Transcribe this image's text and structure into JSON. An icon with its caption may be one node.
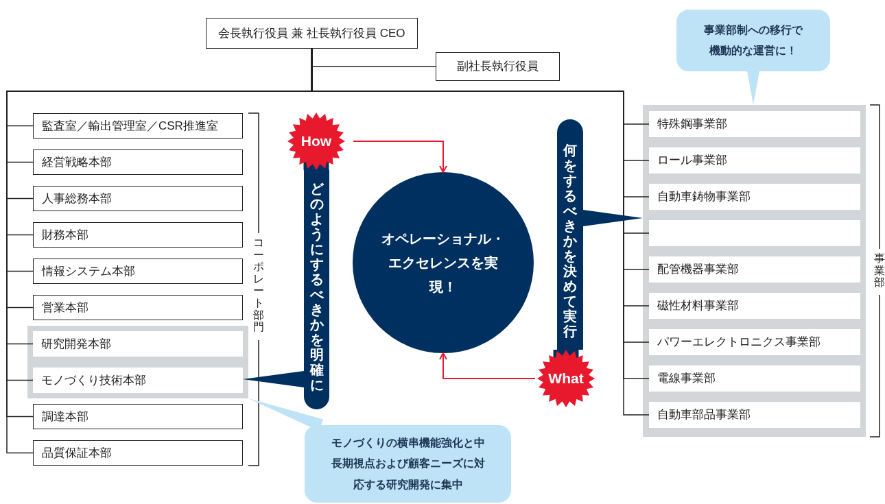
{
  "diagram": {
    "nodes": [
      {
        "text": [
          "会長執行役員 兼 社長執行役員 CEO"
        ]
      },
      {
        "text": [
          "副社長執行役員"
        ]
      },
      {
        "text": [
          "監査室／輸出管理室／CSR推進室"
        ]
      },
      {
        "text": [
          "経営戦略本部"
        ]
      },
      {
        "text": [
          "人事総務本部"
        ]
      },
      {
        "text": [
          "財務本部"
        ]
      },
      {
        "text": [
          "情報システム本部"
        ]
      },
      {
        "text": [
          "営業本部"
        ]
      },
      {
        "text": [],
        "shape": "box"
      },
      {
        "text": [
          "研究開発本部"
        ],
        "in": 8
      },
      {
        "text": [
          "モノづくり技術本部"
        ],
        "in": 8
      },
      {
        "text": [
          "調達本部"
        ]
      },
      {
        "text": [
          "品質保証本部"
        ]
      },
      {
        "text": [
          "How"
        ]
      },
      {
        "text": [
          "どのようにするべきかを明確に"
        ]
      },
      {
        "text": [
          "オペレーショナル・エクセレンスを実現！"
        ]
      },
      {
        "text": [
          "何をするべきかを決めて実行"
        ]
      },
      {
        "text": [
          "What"
        ]
      },
      {
        "text": [
          "事業部制への移行で機動的な運営に！"
        ]
      },
      {
        "text": [],
        "shape": "box"
      },
      {
        "text": [
          "特殊鋼事業部"
        ],
        "in": 19
      },
      {
        "text": [
          "ロール事業部"
        ],
        "in": 19
      },
      {
        "text": [
          "自動車鋳物事業部"
        ],
        "in": 19
      },
      {
        "text": [],
        "shape": "box",
        "in": 19
      },
      {
        "text": [
          "配管機器事業部"
        ],
        "in": 19
      },
      {
        "text": [
          "磁性材料事業部"
        ],
        "in": 19
      },
      {
        "text": [
          "パワーエレクトロニクス事業部"
        ],
        "in": 19
      },
      {
        "text": [
          "電線事業部"
        ],
        "in": 19
      },
      {
        "text": [
          "自動車部品事業部"
        ],
        "in": 19
      },
      {
        "text": [
          "モノづくりの横串機能強化と中長期視点および顧客ニーズに対応する研究開発に集中"
        ]
      }
    ],
    "edges": [
      {
        "from": 0,
        "to": 1,
        "arrow": "none"
      },
      {
        "from": 0,
        "to": 2,
        "arrow": "none"
      },
      {
        "from": 0,
        "to": 3,
        "arrow": "none"
      },
      {
        "from": 0,
        "to": 4,
        "arrow": "none"
      },
      {
        "from": 0,
        "to": 5,
        "arrow": "none"
      },
      {
        "from": 0,
        "to": 6,
        "arrow": "none"
      },
      {
        "from": 0,
        "to": 7,
        "arrow": "none"
      },
      {
        "from": 0,
        "to": 9,
        "arrow": "none"
      },
      {
        "from": 0,
        "to": 10,
        "arrow": "none"
      },
      {
        "from": 0,
        "to": 11,
        "arrow": "none"
      },
      {
        "from": 0,
        "to": 12,
        "arrow": "none"
      },
      {
        "from": 0,
        "to": 20,
        "arrow": "none"
      },
      {
        "from": 0,
        "to": 21,
        "arrow": "none"
      },
      {
        "from": 0,
        "to": 22,
        "arrow": "none"
      },
      {
        "from": 0,
        "to": 23,
        "arrow": "none"
      },
      {
        "from": 0,
        "to": 24,
        "arrow": "none"
      },
      {
        "from": 0,
        "to": 25,
        "arrow": "none"
      },
      {
        "from": 0,
        "to": 26,
        "arrow": "none"
      },
      {
        "from": 0,
        "to": 27,
        "arrow": "none"
      },
      {
        "from": 0,
        "to": 28,
        "arrow": "none"
      },
      {
        "from": 13,
        "to": 15,
        "arrow": "to",
        "color": "#e8192c"
      },
      {
        "from": 17,
        "to": 15,
        "arrow": "to",
        "color": "#e8192c"
      },
      {
        "from": 14,
        "to": 10,
        "arrow": "none",
        "style": "thick",
        "color": "#00305f"
      },
      {
        "from": 16,
        "to": 19,
        "arrow": "none",
        "style": "thick",
        "color": "#00305f"
      },
      {
        "from": 18,
        "to": 19,
        "arrow": "none",
        "style": "thick",
        "color": "#bfe3f6"
      },
      {
        "from": 29,
        "to": 8,
        "arrow": "none",
        "style": "thick",
        "color": "#bfe3f6"
      }
    ],
    "labels": [
      "コーポレート部門",
      "事業部"
    ]
  }
}
